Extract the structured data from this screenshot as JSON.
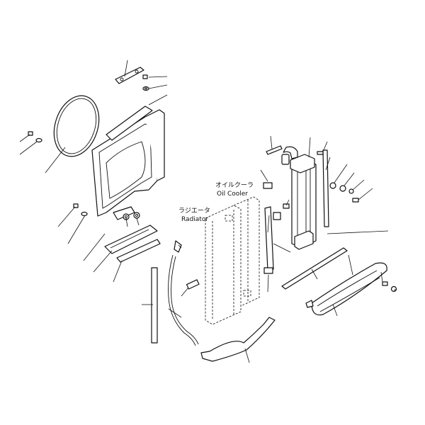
{
  "diagram": {
    "labels": {
      "oil_cooler_jp": "オイルクーラ",
      "oil_cooler_en": "Oil Cooler",
      "radiator_jp": "ラジエータ",
      "radiator_en": "Radiator"
    },
    "colors": {
      "ink": "#111111",
      "background": "#ffffff"
    }
  }
}
